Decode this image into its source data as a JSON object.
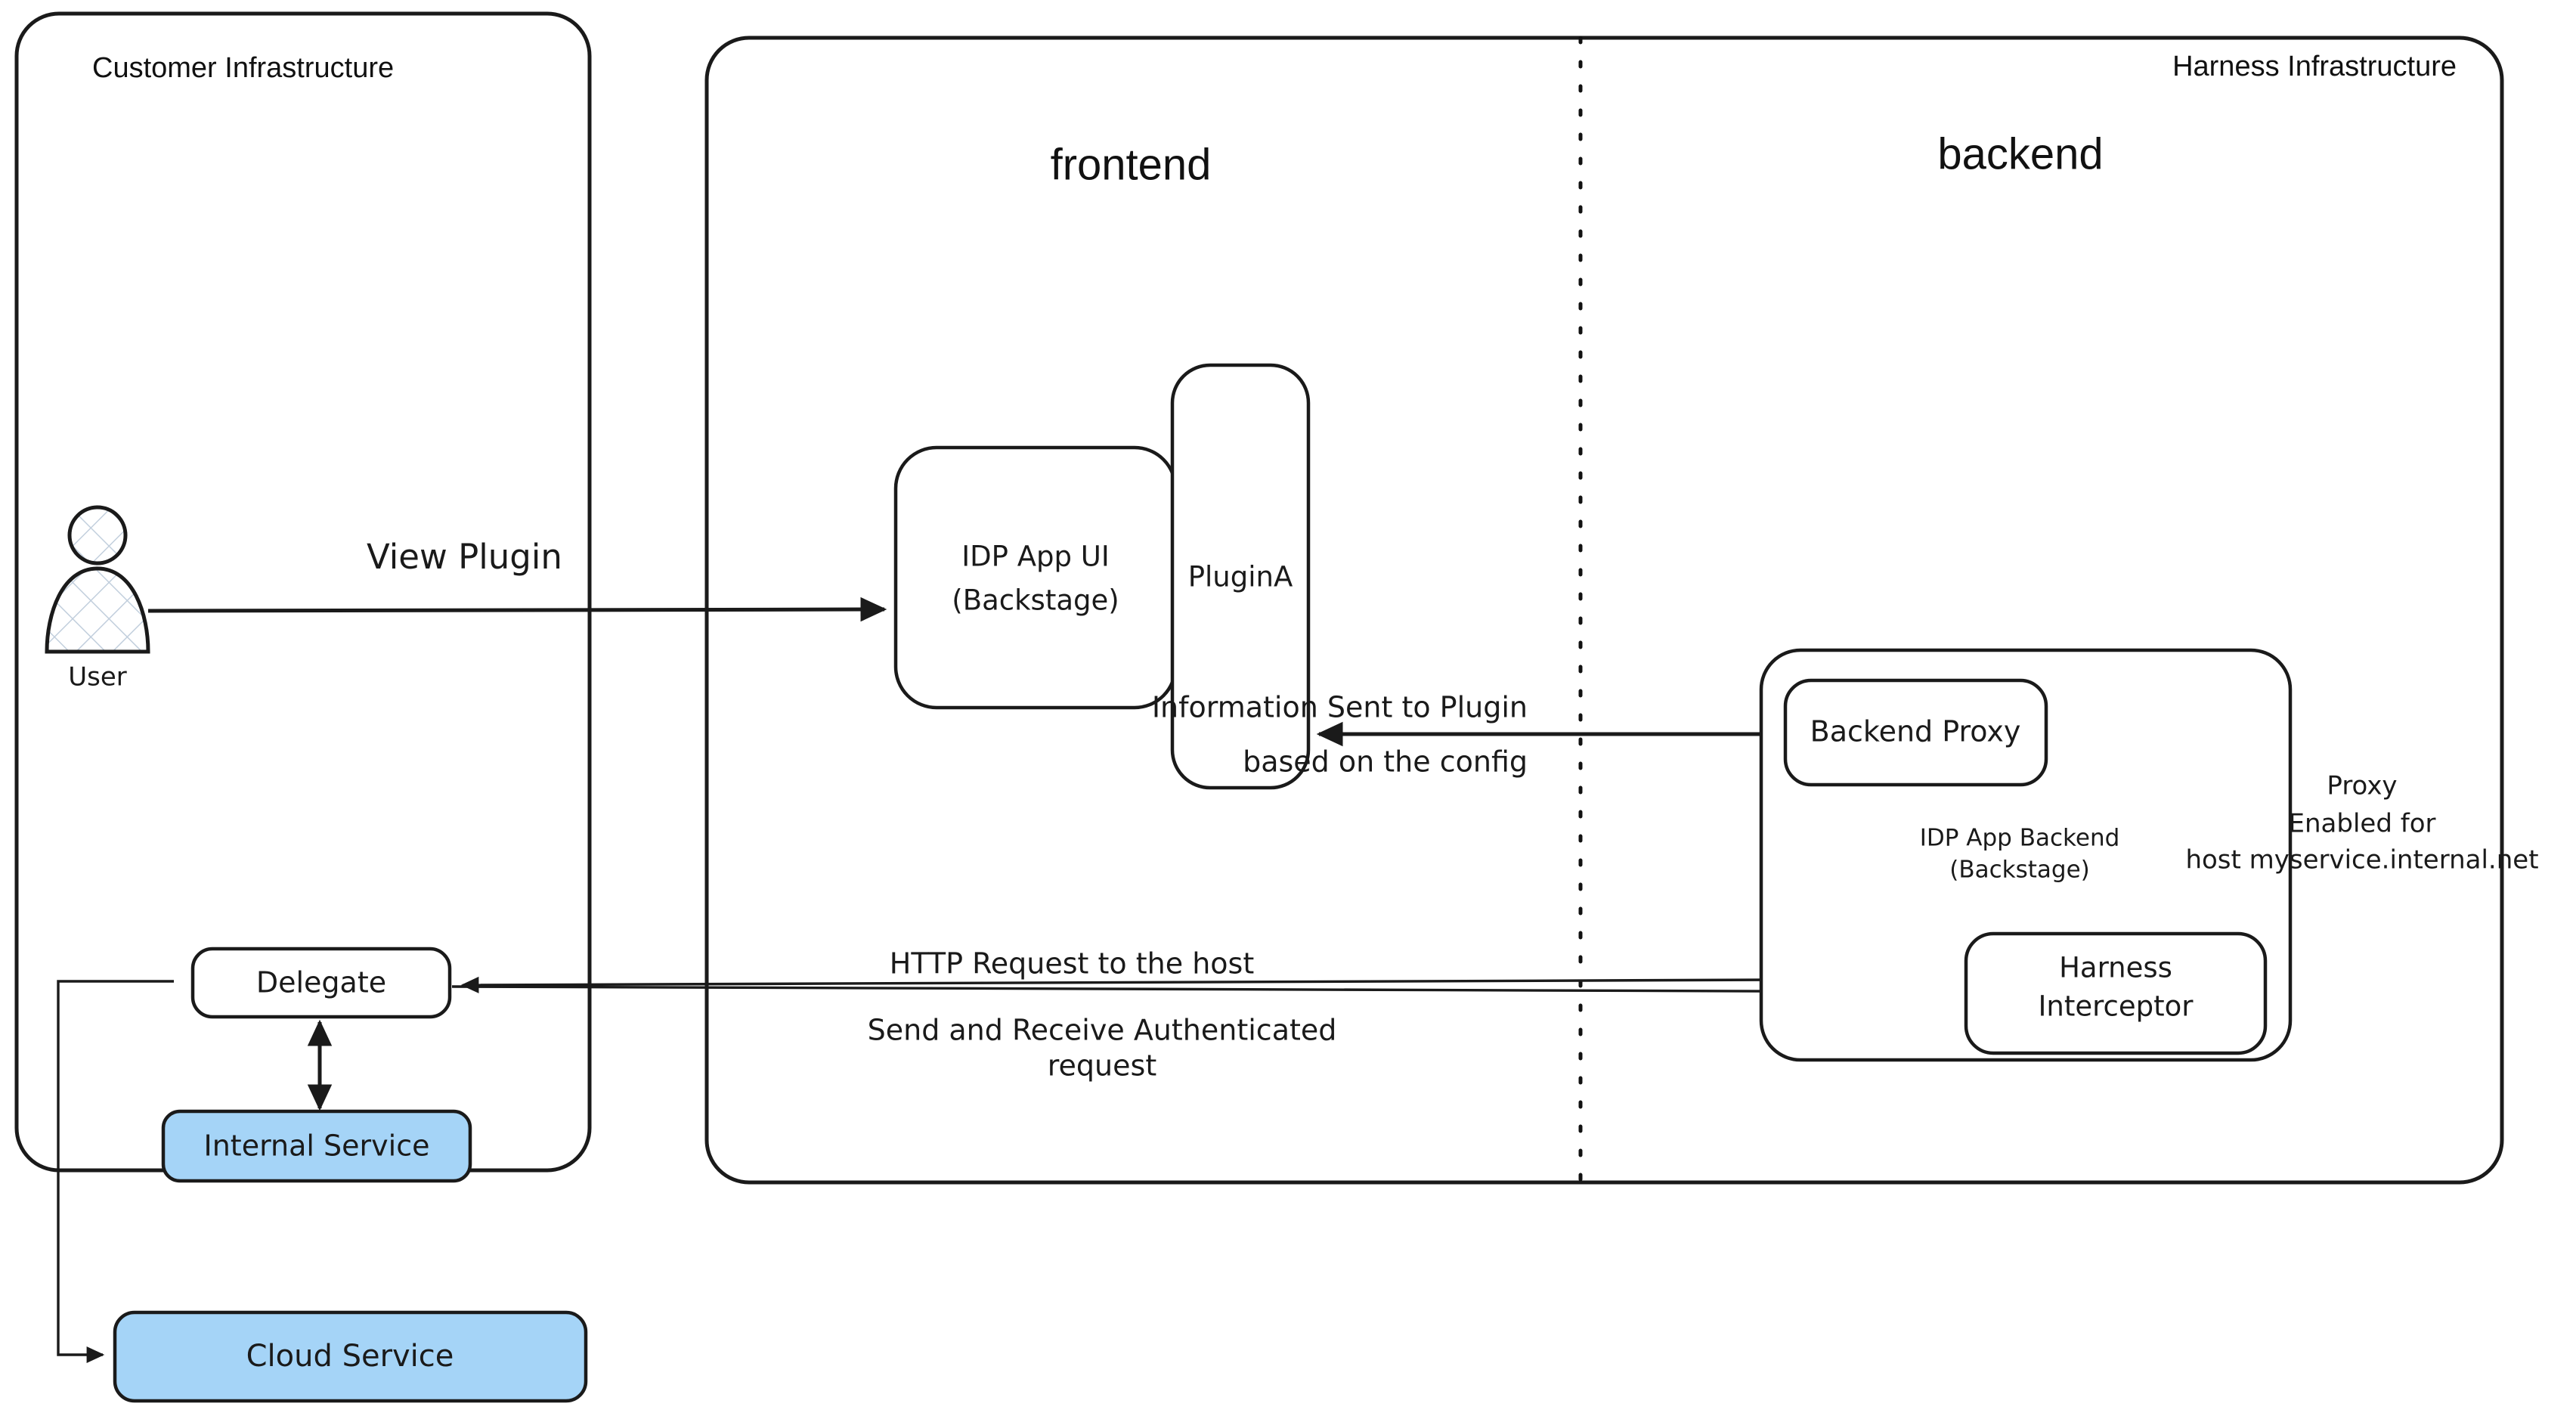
{
  "diagram": {
    "title_customer": "Customer Infrastructure",
    "title_harness": "Harness Infrastructure",
    "lane_frontend": "frontend",
    "lane_backend": "backend"
  },
  "nodes": {
    "user": {
      "label": "User"
    },
    "idp_app_ui": {
      "line1": "IDP App UI",
      "line2": "(Backstage)"
    },
    "plugin_a": {
      "label": "PluginA"
    },
    "backend_proxy": {
      "label": "Backend Proxy"
    },
    "idp_app_backend": {
      "line1": "IDP App Backend",
      "line2": "(Backstage)"
    },
    "harness_interceptor": {
      "line1": "Harness",
      "line2": "Interceptor"
    },
    "delegate": {
      "label": "Delegate"
    },
    "internal_service": {
      "label": "Internal Service"
    },
    "cloud_service": {
      "label": "Cloud Service"
    }
  },
  "edges": {
    "view_plugin": {
      "label": "View Plugin"
    },
    "info_sent": {
      "line1": "Information Sent to Plugin",
      "line2": "based on the config"
    },
    "http_request": {
      "label": "HTTP Request to the host"
    },
    "send_receive": {
      "line1": "Send and Receive Authenticated",
      "line2": "request"
    },
    "proxy_enabled": {
      "line1": "Proxy",
      "line2": "Enabled for",
      "line3": "host myservice.internal.net"
    }
  },
  "colors": {
    "stroke": "#1a1a1a",
    "blue_fill": "#a5d4f7",
    "background": "#ffffff"
  }
}
